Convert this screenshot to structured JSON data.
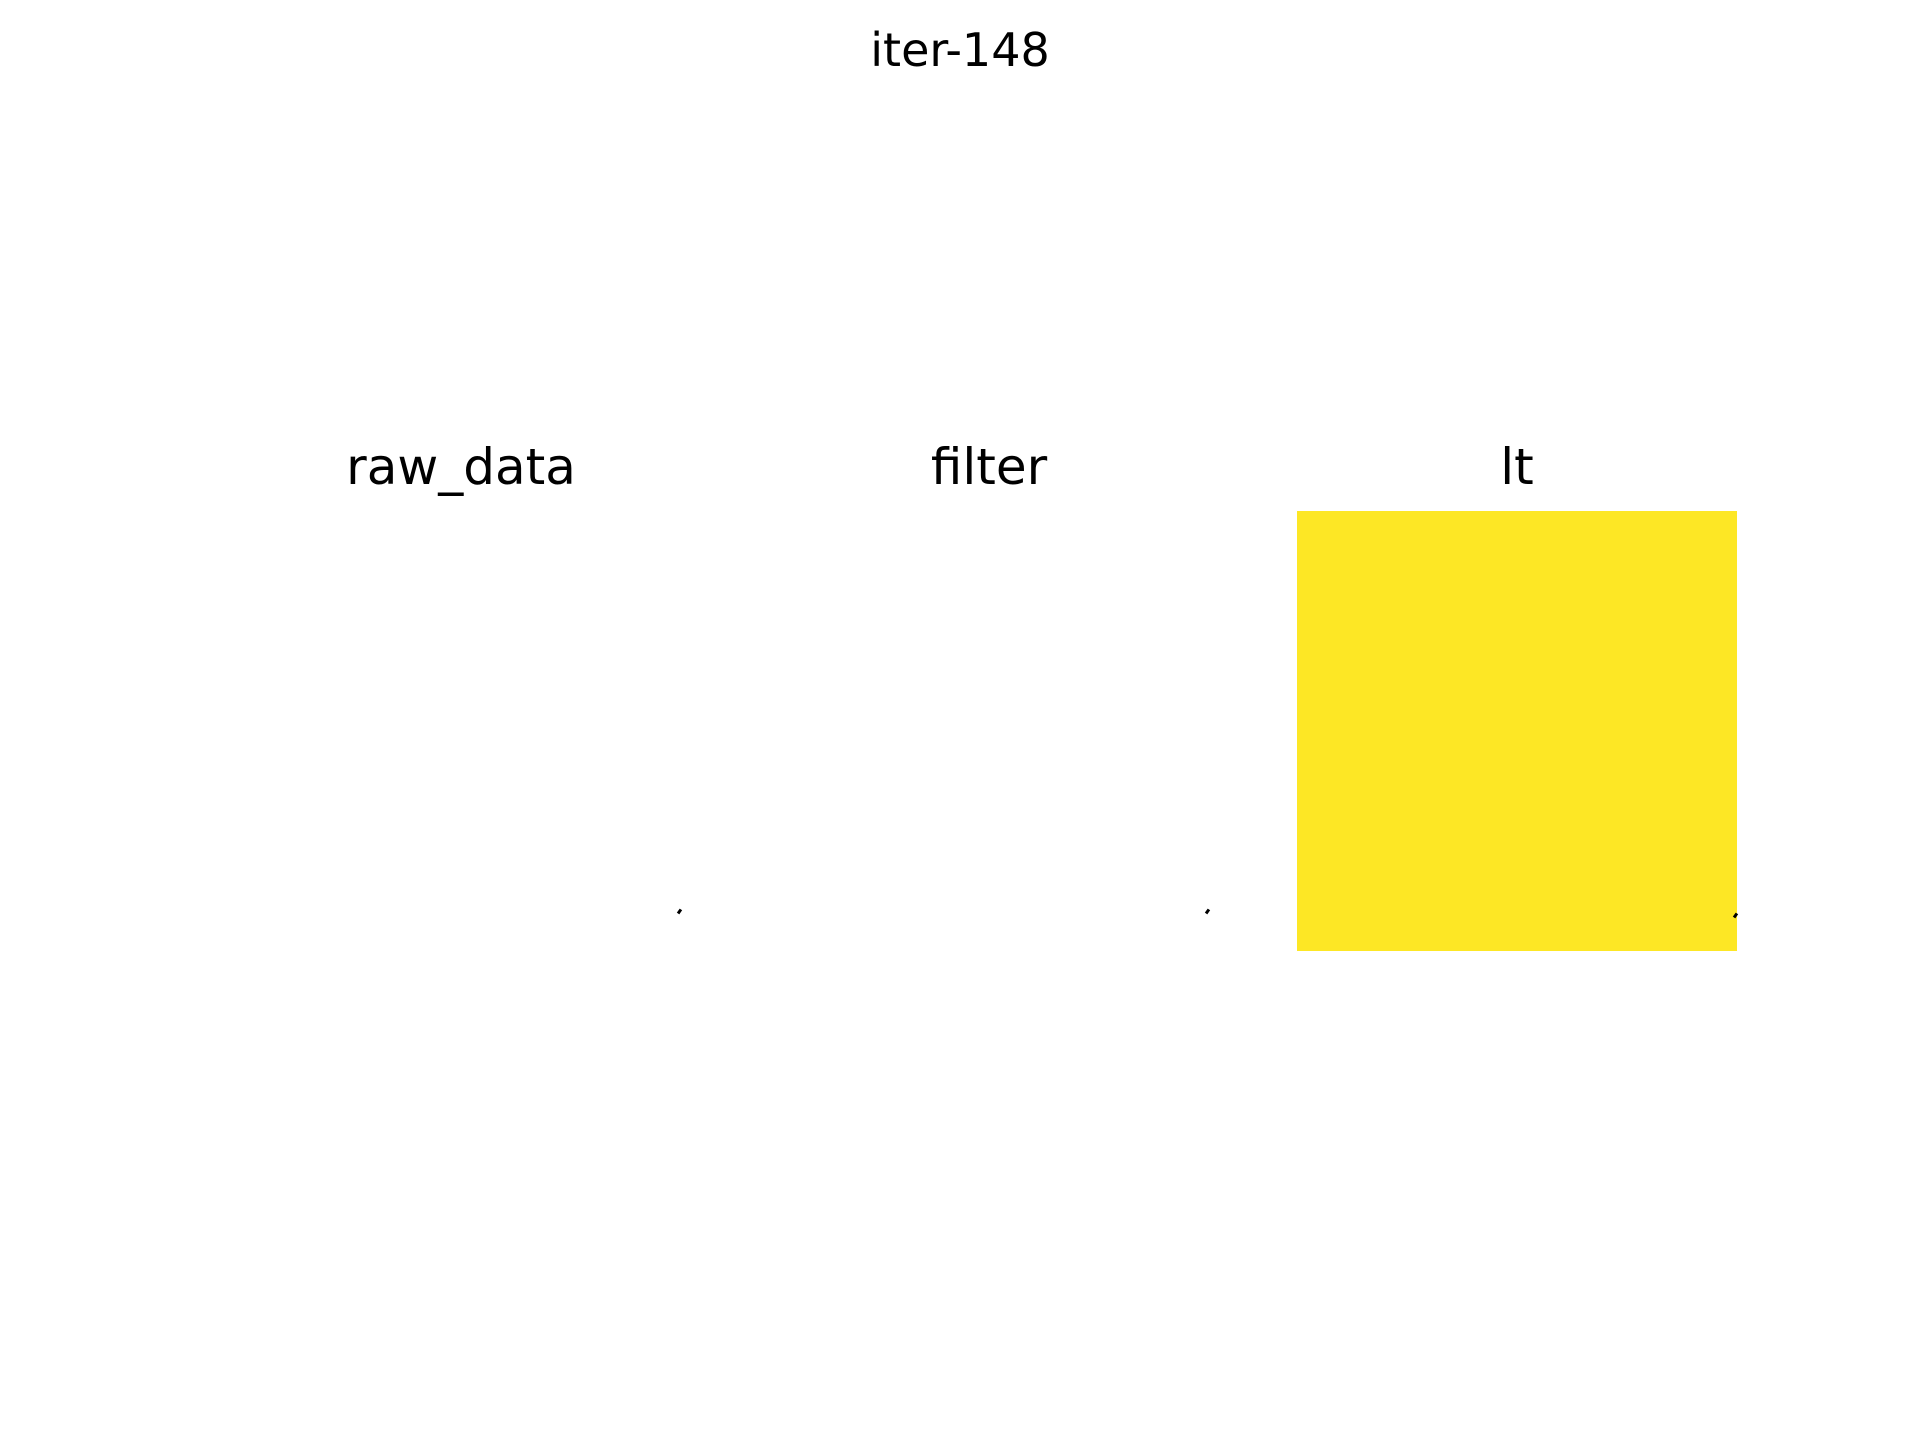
{
  "figure": {
    "title": "iter-148"
  },
  "chart_data": [
    {
      "type": "heatmap",
      "title": "raw_data",
      "axis": "off",
      "fill": null,
      "grid": false
    },
    {
      "type": "heatmap",
      "title": "filter",
      "axis": "off",
      "fill": null,
      "grid": false
    },
    {
      "type": "heatmap",
      "title": "lt",
      "axis": "off",
      "fill": "#fde725",
      "grid": false
    }
  ]
}
